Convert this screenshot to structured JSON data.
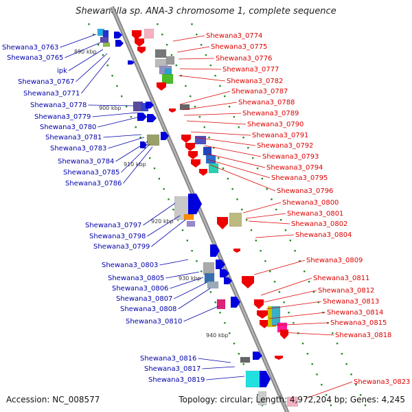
{
  "title": "Shewanella sp. ANA-3 chromosome 1, complete sequence",
  "footer": {
    "accession": "Accession: NC_008577",
    "summary": "Topology: circular; Length: 4,972,204 bp; Genes: 4,245"
  },
  "ticks": [
    "890 kbp",
    "900 kbp",
    "910 kbp",
    "920 kbp",
    "930 kbp",
    "940 kbp"
  ],
  "left_genes": [
    "Shewana3_0763",
    "Shewana3_0765",
    "ipk",
    "Shewana3_0767",
    "Shewana3_0771",
    "Shewana3_0778",
    "Shewana3_0779",
    "Shewana3_0780",
    "Shewana3_0781",
    "Shewana3_0783",
    "Shewana3_0784",
    "Shewana3_0785",
    "Shewana3_0786",
    "Shewana3_0797",
    "Shewana3_0798",
    "Shewana3_0799",
    "Shewana3_0803",
    "Shewana3_0805",
    "Shewana3_0806",
    "Shewana3_0807",
    "Shewana3_0808",
    "Shewana3_0810",
    "Shewana3_0816",
    "Shewana3_0817",
    "Shewana3_0819"
  ],
  "right_genes": [
    "Shewana3_0774",
    "Shewana3_0775",
    "Shewana3_0776",
    "Shewana3_0777",
    "Shewana3_0782",
    "Shewana3_0787",
    "Shewana3_0788",
    "Shewana3_0789",
    "Shewana3_0790",
    "Shewana3_0791",
    "Shewana3_0792",
    "Shewana3_0793",
    "Shewana3_0794",
    "Shewana3_0795",
    "Shewana3_0796",
    "Shewana3_0800",
    "Shewana3_0801",
    "Shewana3_0802",
    "Shewana3_0804",
    "Shewana3_0809",
    "Shewana3_0811",
    "Shewana3_0812",
    "Shewana3_0813",
    "Shewana3_0814",
    "Shewana3_0815",
    "Shewana3_0818",
    "Shewana3_0823"
  ],
  "colors": {
    "backbone": "#8a8a8a",
    "forward_strand": "#0000dd",
    "reverse_strand": "#ee0000",
    "forward_label": "#0000aa",
    "reverse_label": "#dd0000",
    "tick_dots": "#228b22"
  }
}
